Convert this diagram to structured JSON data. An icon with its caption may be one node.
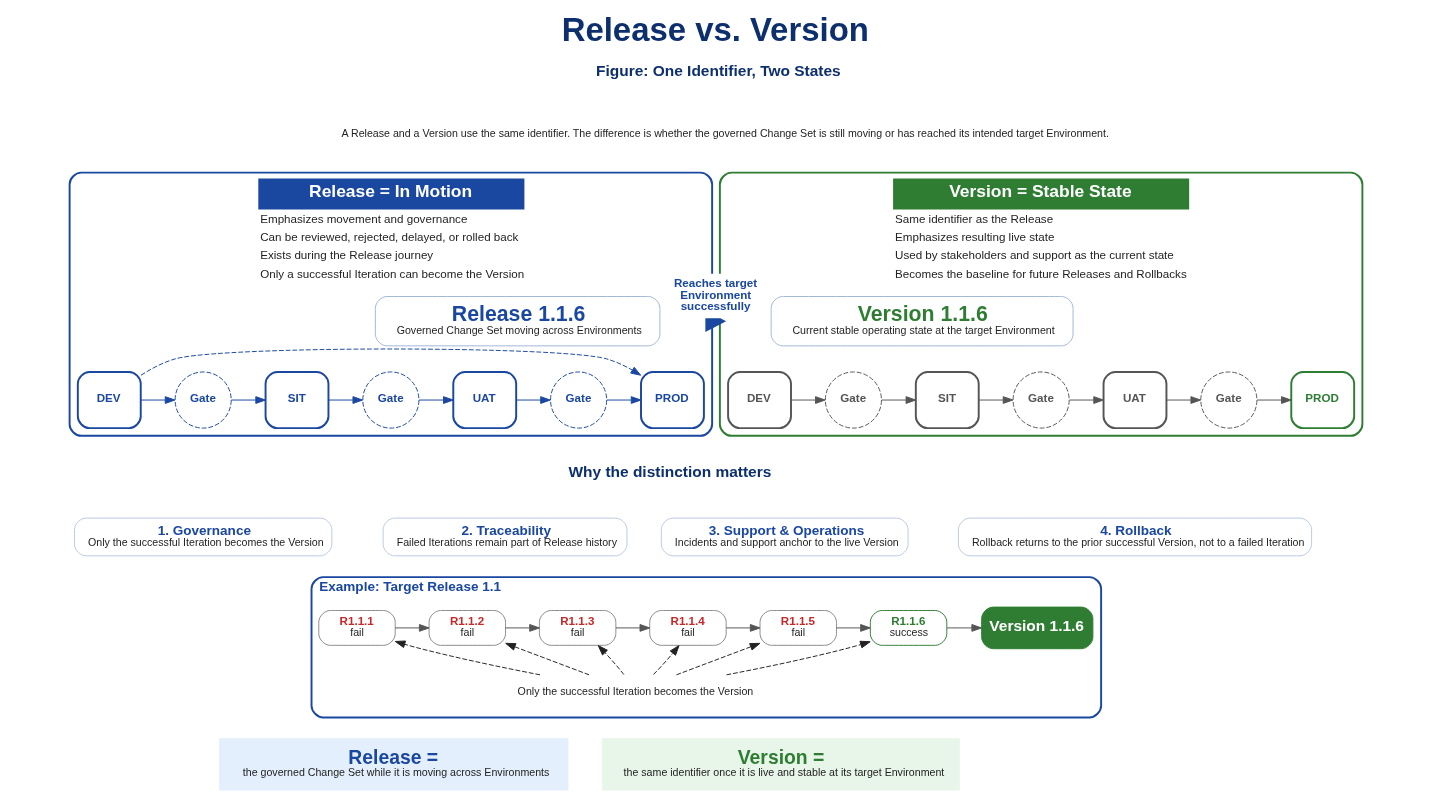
{
  "diagram": {
    "title": "Release vs. Version",
    "nodes": [
      {
        "text": [
          "Release = In Motion",
          "Emphasizes movement and governance",
          "Can be reviewed, rejected, delayed, or rolled back",
          "Exists during the Release journey",
          "Only a successful Iteration can become the Version"
        ]
      },
      {
        "text": [
          "Release 1.1.6",
          "Governed Change Set moving across Environments"
        ],
        "in": 0
      },
      {
        "text": [
          "DEV"
        ],
        "in": 0
      },
      {
        "text": [
          "Gate"
        ],
        "in": 0
      },
      {
        "text": [
          "SIT"
        ],
        "in": 0
      },
      {
        "text": [
          "Gate"
        ],
        "in": 0
      },
      {
        "text": [
          "UAT"
        ],
        "in": 0
      },
      {
        "text": [
          "Gate"
        ],
        "in": 0
      },
      {
        "text": [
          "PROD"
        ],
        "in": 0
      },
      {
        "text": [
          "Version = Stable State",
          "Same identifier as the Release",
          "Emphasizes resulting live state",
          "Used by stakeholders and support as the current state",
          "Becomes the baseline for future Releases and Rollbacks"
        ]
      },
      {
        "text": [
          "Version 1.1.6",
          "Current stable operating state at the target Environment"
        ],
        "in": 9
      },
      {
        "text": [
          "DEV"
        ],
        "in": 9
      },
      {
        "text": [
          "Gate"
        ],
        "in": 9
      },
      {
        "text": [
          "SIT"
        ],
        "in": 9
      },
      {
        "text": [
          "Gate"
        ],
        "in": 9
      },
      {
        "text": [
          "UAT"
        ],
        "in": 9
      },
      {
        "text": [
          "Gate"
        ],
        "in": 9
      },
      {
        "text": [
          "PROD"
        ],
        "in": 9
      },
      {
        "text": [
          "1. Governance",
          "Only the successful Iteration becomes the Version"
        ]
      },
      {
        "text": [
          "2. Traceability",
          "Failed Iterations remain part of Release history"
        ]
      },
      {
        "text": [
          "3. Support & Operations",
          "Incidents and support anchor to the live Version"
        ]
      },
      {
        "text": [
          "4. Rollback",
          "Rollback returns to the prior successful Version, not to a failed Iteration"
        ]
      },
      {
        "text": [
          "Example: Target Release 1.1"
        ]
      },
      {
        "text": [
          "R1.1.1",
          "fail"
        ],
        "in": 22
      },
      {
        "text": [
          "R1.1.2",
          "fail"
        ],
        "in": 22
      },
      {
        "text": [
          "R1.1.3",
          "fail"
        ],
        "in": 22
      },
      {
        "text": [
          "R1.1.4",
          "fail"
        ],
        "in": 22
      },
      {
        "text": [
          "R1.1.5",
          "fail"
        ],
        "in": 22
      },
      {
        "text": [
          "R1.1.6",
          "success"
        ],
        "in": 22
      },
      {
        "text": [
          "Version 1.1.6"
        ],
        "in": 22
      },
      {
        "text": [
          "Only the successful Iteration becomes the Version"
        ],
        "in": 22
      },
      {
        "text": [
          "Release =",
          "the governed Change Set while it is moving across Environments"
        ]
      },
      {
        "text": [
          "Version =",
          "the same identifier once it is live and stable at its target Environment"
        ]
      }
    ],
    "edges": [
      {
        "from": 2,
        "to": 3,
        "arrow": "to",
        "color": "#1a47a0"
      },
      {
        "from": 3,
        "to": 4,
        "arrow": "to",
        "color": "#1a47a0"
      },
      {
        "from": 4,
        "to": 5,
        "arrow": "to",
        "color": "#1a47a0"
      },
      {
        "from": 5,
        "to": 6,
        "arrow": "to",
        "color": "#1a47a0"
      },
      {
        "from": 6,
        "to": 7,
        "arrow": "to",
        "color": "#1a47a0"
      },
      {
        "from": 7,
        "to": 8,
        "arrow": "to",
        "color": "#1a47a0"
      },
      {
        "from": 2,
        "to": 8,
        "arrow": "to",
        "style": "dashed",
        "color": "#1a47a0"
      },
      {
        "from": 0,
        "to": 9,
        "arrow": "to",
        "label": "Reaches target Environment successfully",
        "style": "thick",
        "color": "#1a47a0"
      },
      {
        "from": 11,
        "to": 12,
        "arrow": "to"
      },
      {
        "from": 12,
        "to": 13,
        "arrow": "to"
      },
      {
        "from": 13,
        "to": 14,
        "arrow": "to"
      },
      {
        "from": 14,
        "to": 15,
        "arrow": "to"
      },
      {
        "from": 15,
        "to": 16,
        "arrow": "to"
      },
      {
        "from": 16,
        "to": 17,
        "arrow": "to"
      },
      {
        "from": 23,
        "to": 24,
        "arrow": "to"
      },
      {
        "from": 24,
        "to": 25,
        "arrow": "to"
      },
      {
        "from": 25,
        "to": 26,
        "arrow": "to"
      },
      {
        "from": 26,
        "to": 27,
        "arrow": "to"
      },
      {
        "from": 27,
        "to": 28,
        "arrow": "to"
      },
      {
        "from": 28,
        "to": 29,
        "arrow": "to"
      },
      {
        "from": 30,
        "to": 23,
        "arrow": "to",
        "style": "dashed",
        "color": "#222222"
      },
      {
        "from": 30,
        "to": 24,
        "arrow": "to",
        "style": "dashed",
        "color": "#222222"
      },
      {
        "from": 30,
        "to": 25,
        "arrow": "to",
        "style": "dashed",
        "color": "#222222"
      },
      {
        "from": 30,
        "to": 26,
        "arrow": "to",
        "style": "dashed",
        "color": "#222222"
      },
      {
        "from": 30,
        "to": 27,
        "arrow": "to",
        "style": "dashed",
        "color": "#222222"
      },
      {
        "from": 30,
        "to": 28,
        "arrow": "to",
        "style": "dashed",
        "color": "#222222"
      }
    ],
    "labels": [
      "Figure: One Identifier, Two States",
      "A Release and a Version use the same identifier. The difference is whether the governed Change Set is still moving or has reached its intended target Environment.",
      "Why the distinction matters"
    ]
  }
}
